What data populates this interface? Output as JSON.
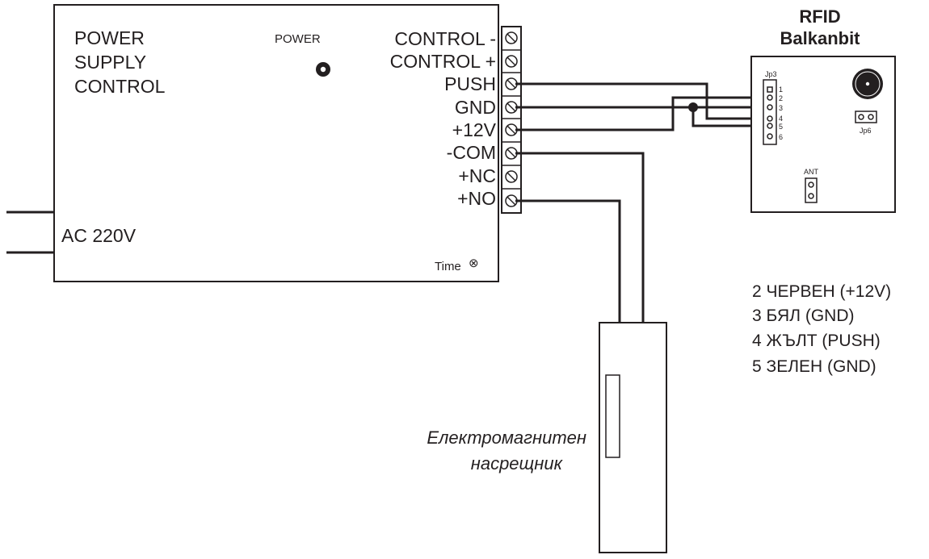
{
  "power_supply": {
    "title_lines": [
      "POWER",
      "SUPPLY",
      "CONTROL"
    ],
    "power_label": "POWER",
    "terminals": [
      "CONTROL -",
      "CONTROL +",
      "PUSH",
      "GND",
      "+12V",
      "-COM",
      "+NC",
      "+NO"
    ],
    "ac_label": "AC 220V",
    "time_label": "Time",
    "time_symbol": "⊗"
  },
  "rfid": {
    "title_lines": [
      "RFID",
      "Balkanbit"
    ],
    "jp3_label": "Jp3",
    "jp3_pins": [
      "1",
      "2",
      "3",
      "4",
      "5",
      "6"
    ],
    "jp6_label": "Jp6",
    "ant_label": "ANT"
  },
  "legend": [
    "2 ЧЕРВЕН (+12V)",
    "3 БЯЛ (GND)",
    "4 ЖЪЛТ (PUSH)",
    "5 ЗЕЛЕН (GND)"
  ],
  "lock": {
    "label_lines": [
      "Електромагнитен",
      "насрещник"
    ]
  },
  "colors": {
    "ink": "#231f20",
    "background": "#ffffff"
  }
}
